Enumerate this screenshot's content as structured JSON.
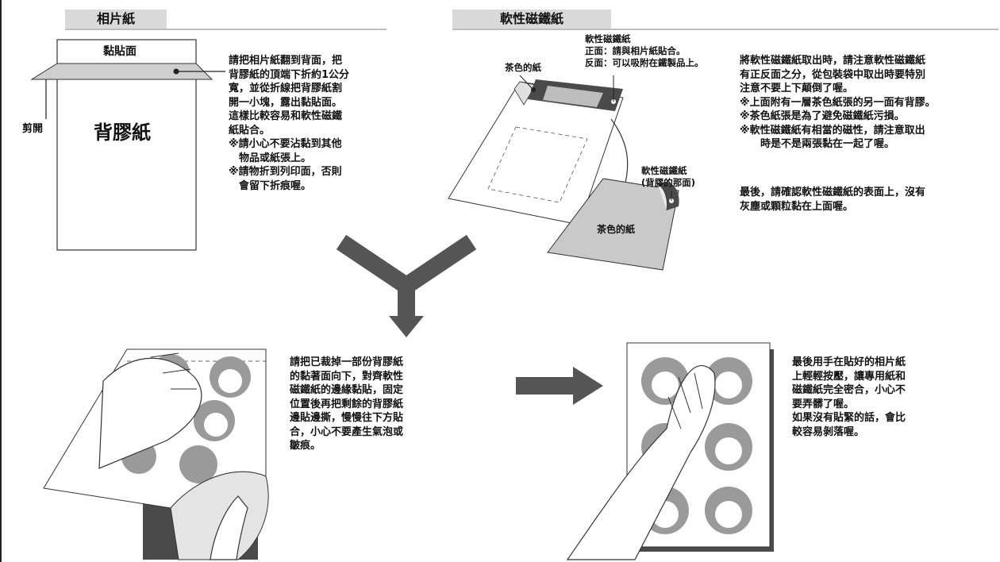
{
  "section_photo": {
    "title": "相片紙",
    "label_sticky": "黏貼面",
    "label_cut": "剪開",
    "label_backing": "背膠紙",
    "instructions": "請把相片紙翻到背面，把\n背膠紙的頂端下折約1公分\n寬，並從折線把背膠紙割\n開一小塊，露出黏貼面。\n這樣比較容易和軟性磁鐵\n紙貼合。\n※請小心不要沾黏到其他\n　物品或紙張上。\n※請物折到列印面，否則\n　會留下折痕喔。"
  },
  "section_magnet": {
    "title": "軟性磁鐵紙",
    "label_magnet_sides": "軟性磁鐵紙\n正面：請與相片紙貼合。\n反面：可以吸附在鐵製品上。",
    "label_brown_paper_top": "茶色的紙",
    "label_magnet_back": "軟性磁鐵紙\n(背膠的那面)",
    "label_brown_paper": "茶色的紙",
    "instructions": "將軟性磁鐵紙取出時，請注意軟性磁鐵紙\n有正反面之分，從包裝袋中取出時要特別\n注意不要上下顛倒了喔。\n※上面附有一層茶色紙張的另一面有背膠。\n※茶色紙張是為了避免磁鐵紙污損。\n※軟性磁鐵紙有相當的磁性，請注意取出\n　　時是不是兩張黏在一起了喔。",
    "final_note": "最後，請確認軟性磁鐵紙的表面上，沒有\n灰塵或顆粒黏在上面喔。"
  },
  "step_align": {
    "instructions": "請把已裁掉一部份背膠紙\n的黏著面向下，對齊軟性\n磁鐵紙的邊緣黏貼，固定\n位置後再把剩餘的背膠紙\n邊貼邊撕，慢慢往下方貼\n合，小心不要產生氣泡或\n皺痕。"
  },
  "step_press": {
    "instructions": "最後用手在貼好的相片紙\n上輕輕按壓，讓專用紙和\n磁鐵紙完全密合，小心不\n要弄髒了喔。\n如果沒有貼緊的話，會比\n較容易剝落喔。"
  },
  "colors": {
    "tag_bg": "#d9d9d9",
    "magnet_dark": "#4a4a4a",
    "brown_paper": "#c9c9c9",
    "arrow": "#555555"
  }
}
